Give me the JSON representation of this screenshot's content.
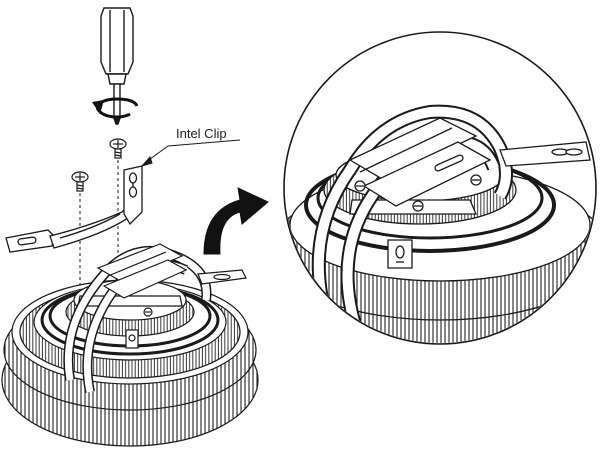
{
  "callout": {
    "label": "Intel Clip"
  },
  "parts": {
    "left_group": [
      "screwdriver-icon",
      "rotation-arrow-icon",
      "screw-icon",
      "screw-icon",
      "intel-clip-bracket",
      "cpu-cooler"
    ],
    "right_group": [
      "magnifier-circle",
      "cpu-cooler-detail"
    ],
    "connector": "curved-arrow-icon"
  },
  "colors": {
    "line": "#1a1a1a",
    "fill": "#ffffff",
    "arrow": "#111111"
  }
}
